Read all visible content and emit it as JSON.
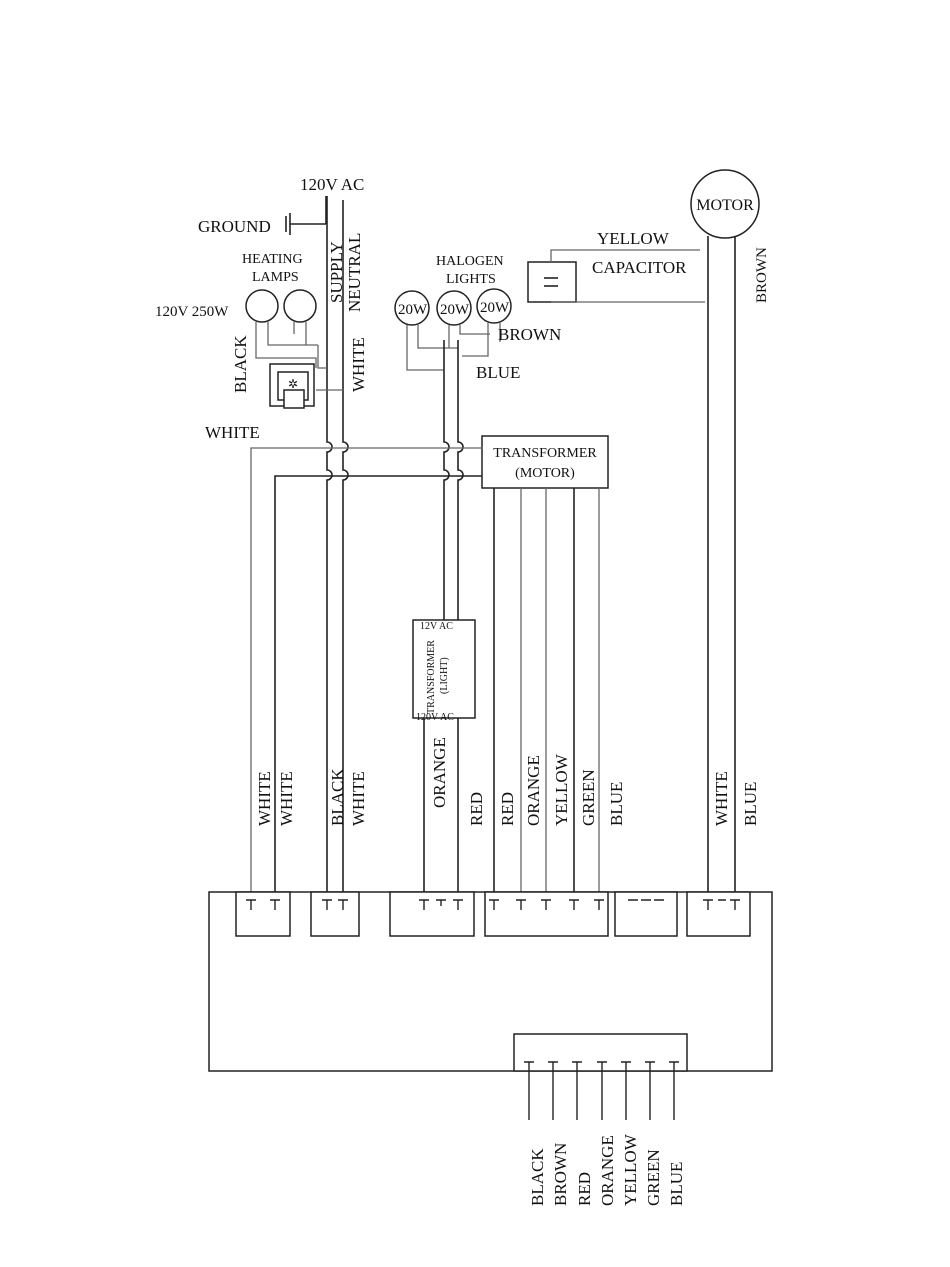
{
  "supply": {
    "voltage": "120V AC",
    "ground": "GROUND",
    "supply": "SUPPLY",
    "neutral": "NEUTRAL"
  },
  "heating": {
    "title_line1": "HEATING",
    "title_line2": "LAMPS",
    "rating": "120V 250W",
    "black": "BLACK",
    "white_top": "WHITE",
    "white_lower": "WHITE"
  },
  "halogen": {
    "title_line1": "HALOGEN",
    "title_line2": "LIGHTS",
    "bulbs": [
      "20W",
      "20W",
      "20W"
    ],
    "brown": "BROWN",
    "blue": "BLUE"
  },
  "motor": {
    "label": "MOTOR",
    "yellow": "YELLOW",
    "capacitor": "CAPACITOR",
    "brown": "BROWN"
  },
  "transformer_motor": {
    "line1": "TRANSFORMER",
    "line2": "(MOTOR)"
  },
  "transformer_light": {
    "top": "12V AC",
    "line1": "TRANSFORMER",
    "line2": "(LIGHT)",
    "bottom": "120V AC"
  },
  "wire_labels": [
    "WHITE",
    "WHITE",
    "BLACK",
    "WHITE",
    "ORANGE",
    "RED",
    "RED",
    "ORANGE",
    "YELLOW",
    "GREEN",
    "BLUE",
    "WHITE",
    "BLUE"
  ],
  "bottom_labels": [
    "BLACK",
    "BROWN",
    "RED",
    "ORANGE",
    "YELLOW",
    "GREEN",
    "BLUE"
  ]
}
